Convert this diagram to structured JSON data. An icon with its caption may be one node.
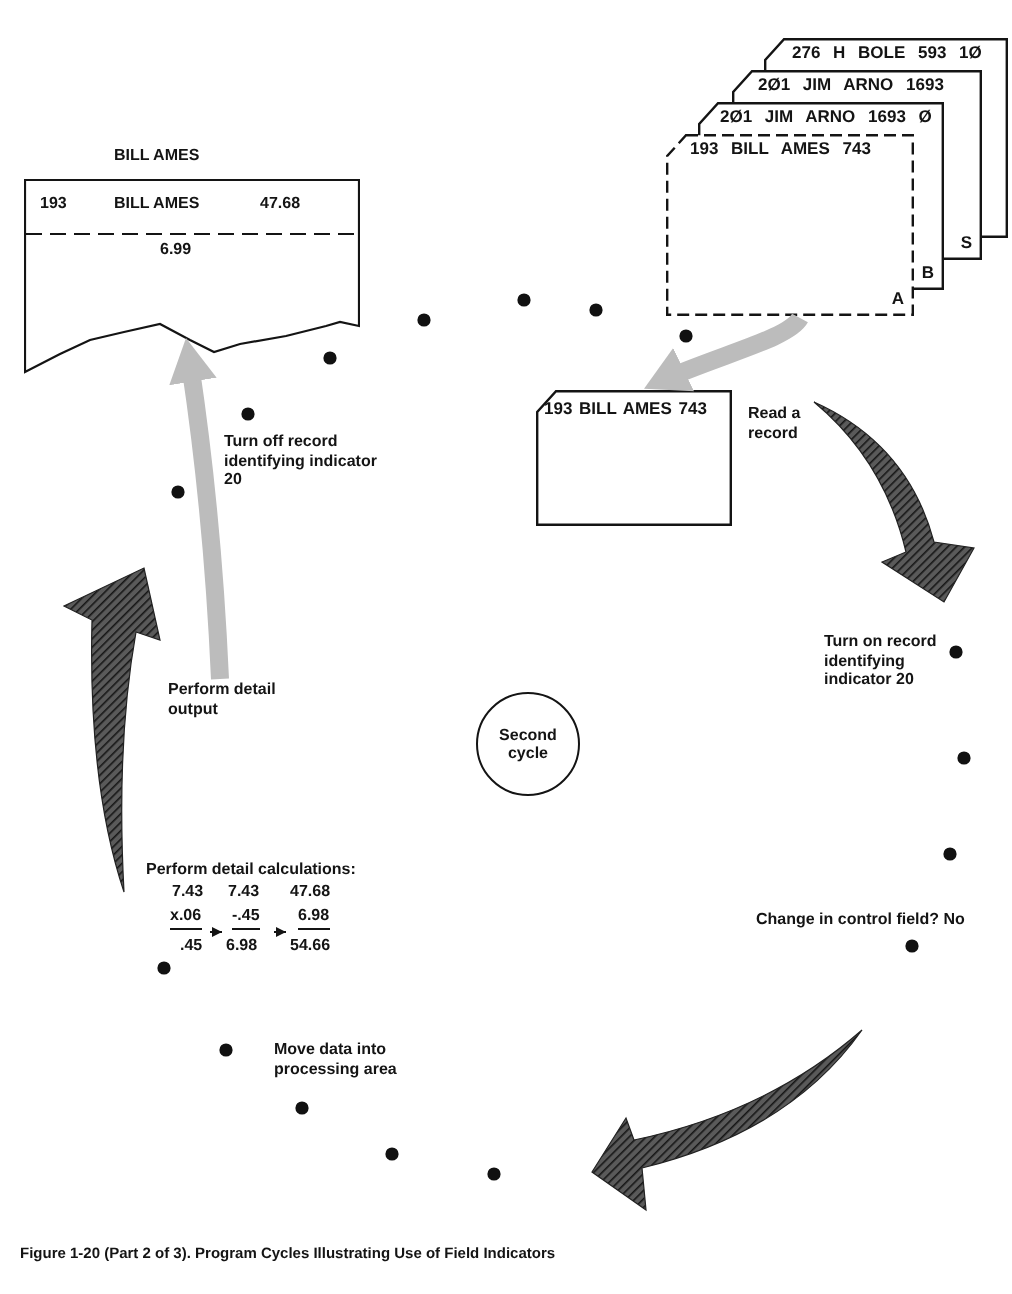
{
  "diagram": {
    "caption": "Figure 1-20 (Part 2 of 3). Program Cycles Illustrating Use of Field Indicators",
    "nodes": [
      {
        "text": [
          "BILL AMES",
          "193",
          "BILL AMES",
          "47.68",
          "6.99"
        ]
      },
      {
        "text": [
          "276 H BOLE 593 1Ø"
        ]
      },
      {
        "text": [
          "2Ø1 JIM ARNO 1693",
          "S"
        ]
      },
      {
        "text": [
          "2Ø1 JIM ARNO 1693 Ø",
          "B"
        ]
      },
      {
        "text": [
          "193 BILL AMES 743",
          "A"
        ]
      },
      {
        "text": [
          "193 BILL AMES 743"
        ]
      },
      {
        "text": [
          "Second cycle"
        ]
      },
      {
        "text": [
          "Perform detail output"
        ]
      }
    ],
    "edges": [
      {
        "from": 4,
        "to": 5,
        "arrow": "to"
      },
      {
        "from": 7,
        "to": 0,
        "arrow": "to"
      }
    ],
    "labels": [
      "Read a record",
      "Turn off record identifying indicator 20",
      "Turn on record identifying indicator 20",
      "Perform detail calculations:",
      "7.43",
      "7.43",
      "47.68",
      "x.06",
      "-.45",
      "6.98",
      ".45",
      "6.98",
      "54.66",
      "Change in control field? No",
      "Move data into processing area"
    ]
  }
}
